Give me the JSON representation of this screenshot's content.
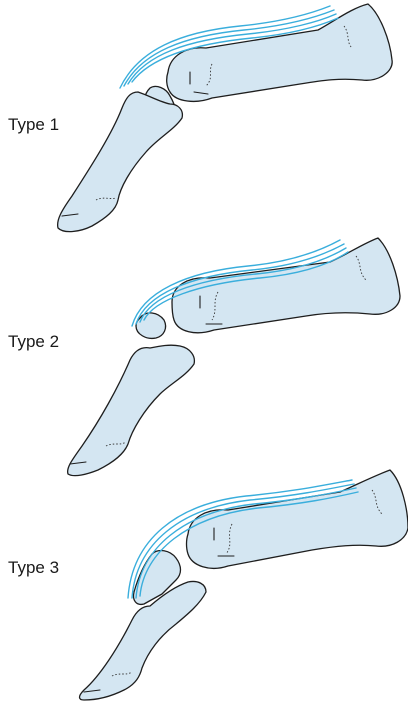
{
  "labels": {
    "type1": "Type 1",
    "type2": "Type 2",
    "type3": "Type 3"
  },
  "colors": {
    "bone_fill": "#d4e6f2",
    "outline": "#1e1e1e",
    "tendon": "#3aaedc"
  }
}
